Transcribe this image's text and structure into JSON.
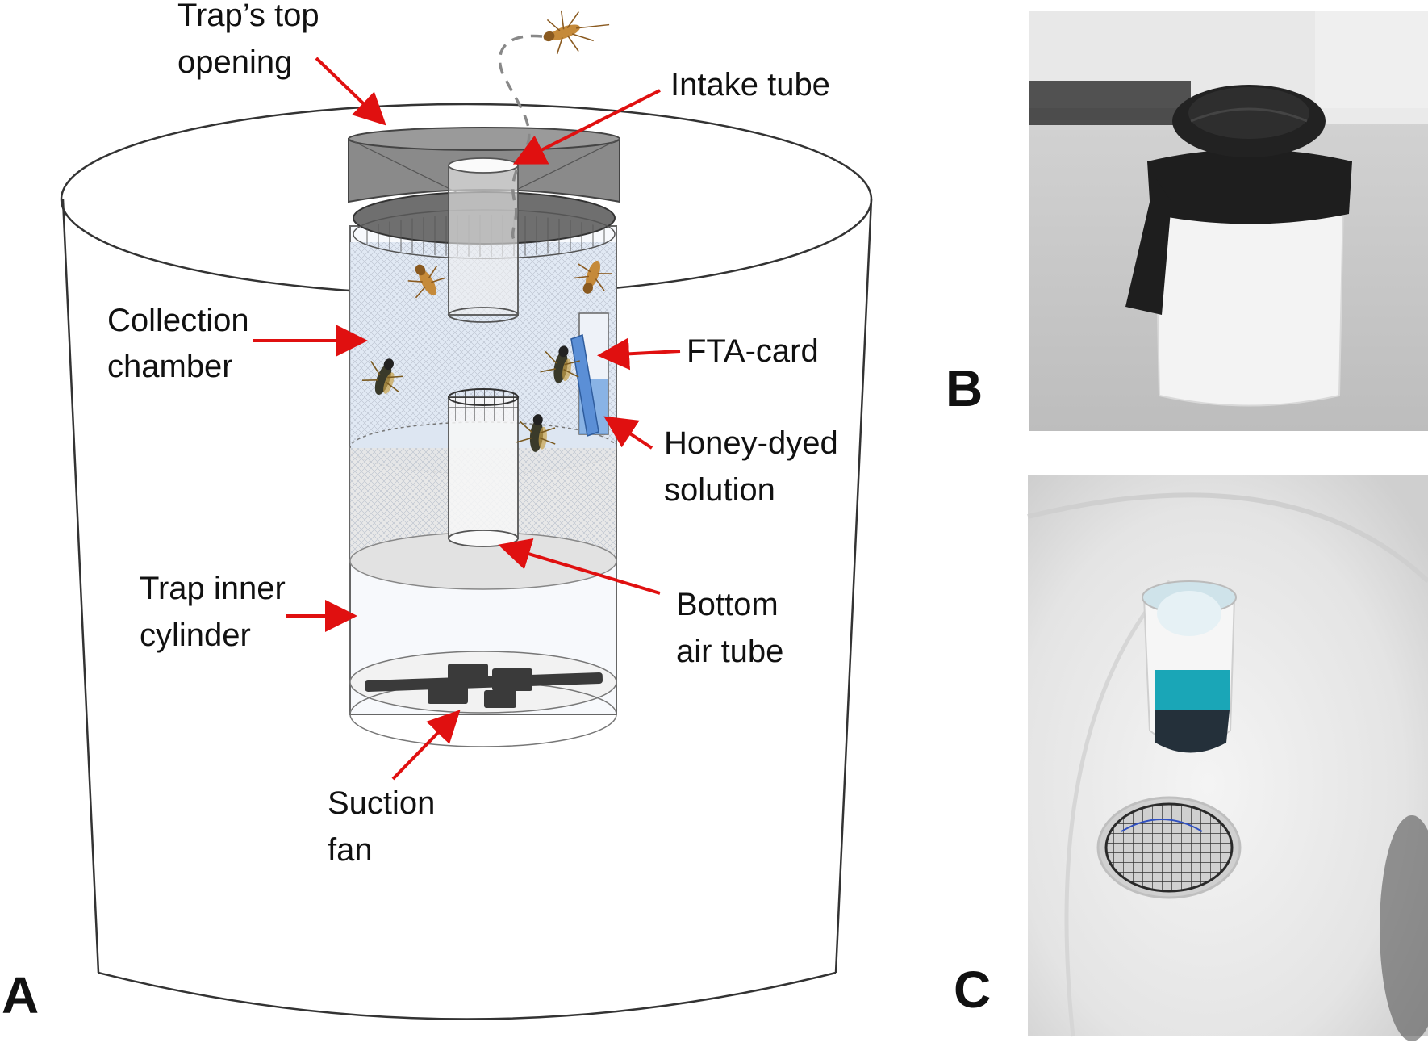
{
  "panels": {
    "a": {
      "letter": "A"
    },
    "b": {
      "letter": "B"
    },
    "c": {
      "letter": "C"
    }
  },
  "labels": {
    "top_opening": [
      "Trap’s top",
      "opening"
    ],
    "intake_tube": [
      "Intake tube"
    ],
    "collection_chamber": [
      "Collection",
      "chamber"
    ],
    "fta_card": [
      "FTA-card"
    ],
    "honey_solution": [
      "Honey-dyed",
      "solution"
    ],
    "trap_inner_cylinder": [
      "Trap inner",
      "cylinder"
    ],
    "bottom_air_tube": [
      "Bottom",
      "air tube"
    ],
    "suction_fan": [
      "Suction",
      "fan"
    ]
  },
  "colors": {
    "arrow": "#e01010",
    "outline": "#333333",
    "lid": "#8a8a8a",
    "chamber": "#dde6f2",
    "card": "#5b8fd6",
    "photo_b_bg": "#c9c9c9",
    "photo_c_bg": "#e6e6e6",
    "blue_liquid": "#1aa6b7"
  },
  "icons": [
    "mosquito-icon",
    "arrow-icon"
  ]
}
